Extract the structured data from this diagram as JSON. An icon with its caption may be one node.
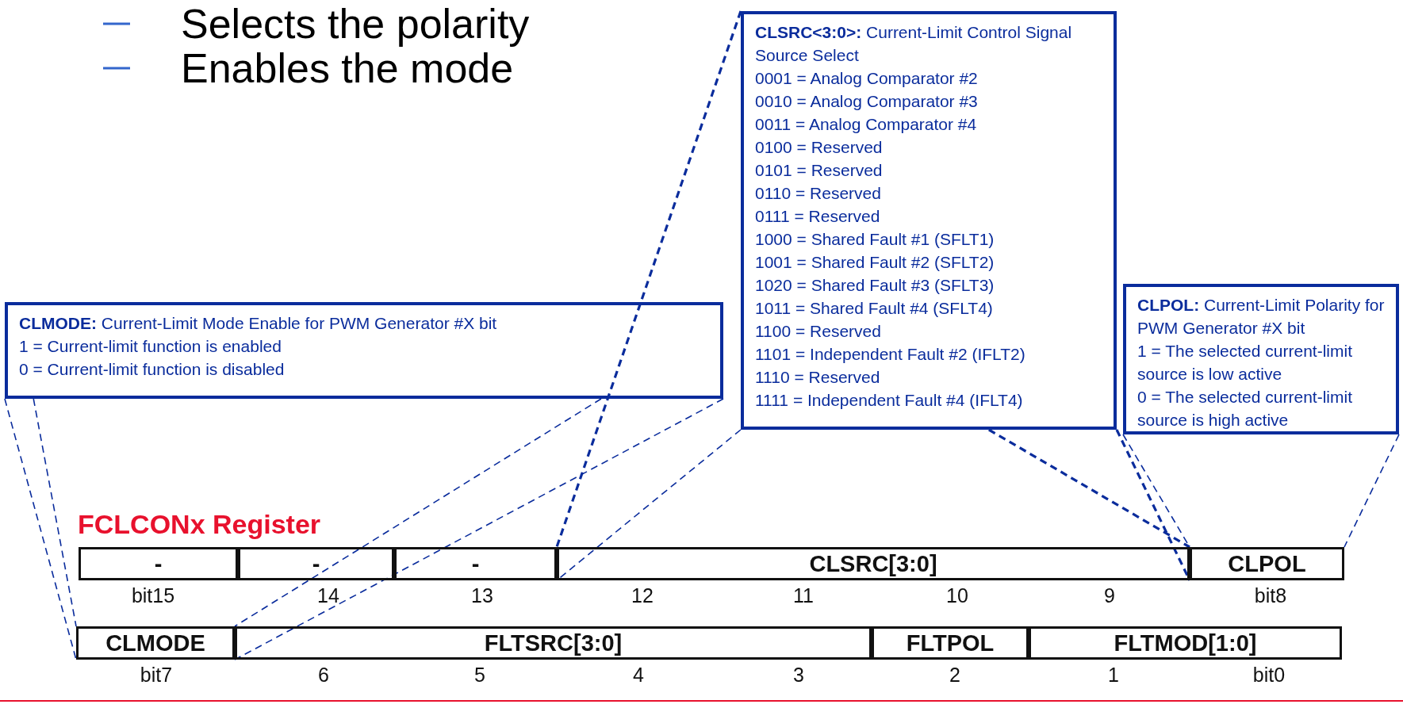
{
  "diagram": {
    "nodes": [
      {
        "text": [
          "**CLSRC<3:0>:** Current-Limit Control Signal Source Select",
          "0001 = Analog Comparator #2",
          "0010 = Analog Comparator #3",
          "0011 = Analog Comparator #4",
          "0100 = Reserved",
          "0101 = Reserved",
          "0110 = Reserved",
          "0111 = Reserved",
          "1000 = Shared Fault #1 (SFLT1)",
          "1001 = Shared Fault #2 (SFLT2)",
          "1020 = Shared Fault #3 (SFLT3)",
          "1011 = Shared Fault #4 (SFLT4)",
          "1100 = Reserved",
          "1101 = Independent Fault #2 (IFLT2)",
          "1110 = Reserved",
          "1111 = Independent Fault #4 (IFLT4)"
        ]
      },
      {
        "text": [
          "**CLPOL:** Current-Limit Polarity for PWM Generator #X bit",
          "1 = The selected current-limit source is low active",
          "0 = The selected current-limit source is high active"
        ]
      },
      {
        "text": [
          "**CLMODE:** Current-Limit Mode Enable for PWM Generator #X bit",
          "1 = Current-limit function is enabled",
          "0 = Current-limit function is disabled"
        ]
      },
      {
        "text": [
          "-"
        ]
      },
      {
        "text": [
          "-"
        ]
      },
      {
        "text": [
          "-"
        ]
      },
      {
        "text": [
          "CLSRC[3:0]"
        ]
      },
      {
        "text": [
          "CLPOL"
        ]
      },
      {
        "text": [
          "CLMODE"
        ]
      },
      {
        "text": [
          "FLTSRC[3:0]"
        ]
      },
      {
        "text": [
          "FLTPOL"
        ]
      },
      {
        "text": [
          "FLTMOD[1:0]"
        ]
      }
    ],
    "edges": [
      {
        "from": 0,
        "to": 6,
        "arrow": "none",
        "style": "dashed"
      },
      {
        "from": 0,
        "to": 6,
        "arrow": "none",
        "style": "dashed"
      },
      {
        "from": 0,
        "to": 6,
        "arrow": "none",
        "style": "dashed"
      },
      {
        "from": 0,
        "to": 6,
        "arrow": "none",
        "style": "dashed"
      },
      {
        "from": 1,
        "to": 7,
        "arrow": "none",
        "style": "dashed"
      },
      {
        "from": 1,
        "to": 7,
        "arrow": "none",
        "style": "dashed"
      },
      {
        "from": 2,
        "to": 8,
        "arrow": "none",
        "style": "dashed"
      },
      {
        "from": 2,
        "to": 8,
        "arrow": "none",
        "style": "dashed"
      },
      {
        "from": 2,
        "to": 8,
        "arrow": "none",
        "style": "dashed"
      },
      {
        "from": 2,
        "to": 8,
        "arrow": "none",
        "style": "dashed"
      }
    ],
    "labels": [
      "Selects the polarity",
      "Enables the mode",
      "FCLCONx Register",
      "bit15",
      "14",
      "13",
      "12",
      "11",
      "10",
      "9",
      "bit8",
      "bit7",
      "6",
      "5",
      "4",
      "3",
      "2",
      "1",
      "bit0"
    ]
  }
}
